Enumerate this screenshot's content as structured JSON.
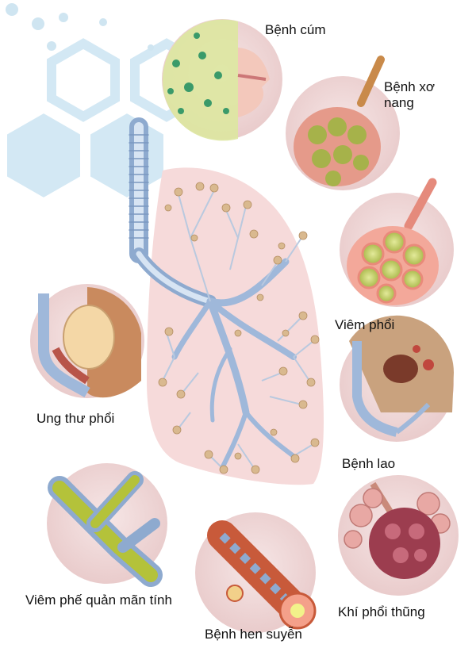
{
  "labels": {
    "influenza": "Bệnh cúm",
    "cystic_fibrosis": "Bệnh xơ\nnang",
    "pneumonia": "Viêm phổi",
    "lung_cancer": "Ung thư phổi",
    "tuberculosis": "Bệnh lao",
    "chronic_bronchitis": "Viêm phế quản mãn tính",
    "emphysema": "Khí phổi thũng",
    "asthma": "Bệnh hen suyễn"
  },
  "colors": {
    "lung": "#f6dada",
    "circle": "#f2dede",
    "trachea": "#a9c2e0",
    "alveoli": "#d9b98f",
    "hexagon": "#d3e8f4"
  }
}
